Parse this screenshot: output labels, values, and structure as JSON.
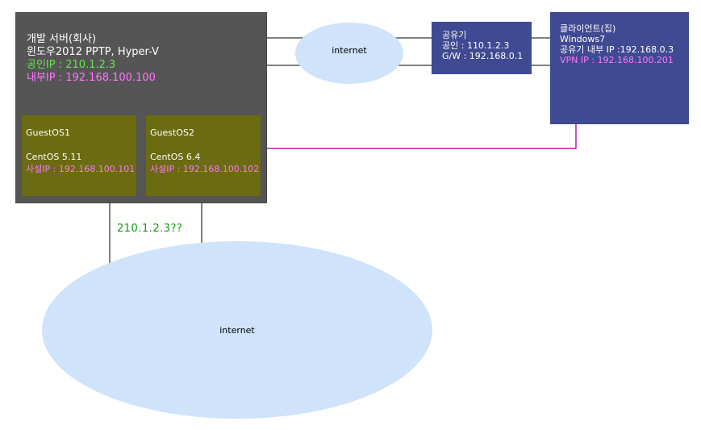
{
  "server": {
    "title": "개발 서버(회사)",
    "os": "윈도우2012 PPTP, Hyper-V",
    "public_ip": "공인IP : 210.1.2.3",
    "internal_ip": "내부IP : 192.168.100.100"
  },
  "guests": [
    {
      "name": "GuestOS1",
      "os": "CentOS 5.11",
      "ip": "사설IP : 192.168.100.101"
    },
    {
      "name": "GuestOS2",
      "os": "CentOS 6.4",
      "ip": "사설IP : 192.168.100.102"
    }
  ],
  "router": {
    "title": "공유기",
    "public": "공인 : 110.1.2.3",
    "gateway": "G/W : 192.168.0.1"
  },
  "client": {
    "title": "클라이언트(집)",
    "os": "Windows7",
    "lan_ip": "공유기 내부 IP :192.168.0.3",
    "vpn_ip": "VPN IP : 192.168.100.201"
  },
  "internet_top": "internet",
  "internet_bottom": "internet",
  "question_ip": "210.1.2.3??",
  "colors": {
    "server_bg": "#555555",
    "guest_bg": "#6b6b12",
    "router_bg": "#3f4a93",
    "cloud_bg": "#cfe3fb",
    "vpn_line": "#b020b0",
    "green_text": "#66e64d",
    "pink_text": "#ff77ff",
    "question_text": "#0c9c0c"
  }
}
